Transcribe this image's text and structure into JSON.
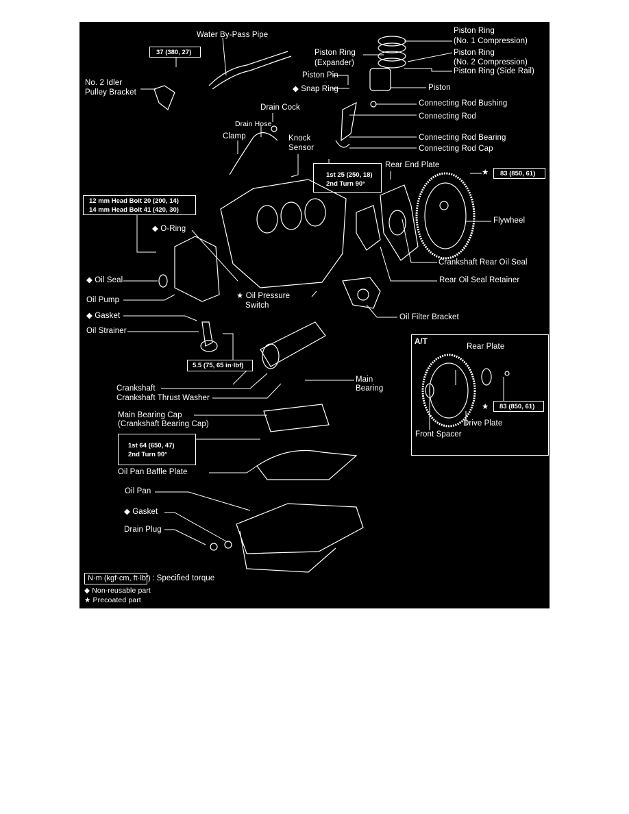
{
  "title": "Cylinder Block Components",
  "labels": {
    "water_bypass_pipe": "Water By-Pass Pipe",
    "idler_bracket_1": "No. 2 Idler",
    "idler_bracket_2": "Pulley Bracket",
    "piston_ring_1a": "Piston Ring",
    "piston_ring_1b": "(No. 1 Compression)",
    "piston_ring_exp_a": "Piston Ring",
    "piston_ring_exp_b": "(Expander)",
    "piston_ring_2a": "Piston Ring",
    "piston_ring_2b": "(No. 2 Compression)",
    "piston_ring_side": "Piston Ring (Side Rail)",
    "piston_pin": "Piston Pin",
    "snap_ring": "◆ Snap Ring",
    "piston": "Piston",
    "drain_cock": "Drain Cock",
    "drain_hose": "Drain Hose",
    "clamp": "Clamp",
    "knock_sensor_a": "Knock",
    "knock_sensor_b": "Sensor",
    "con_rod_bushing": "Connecting Rod Bushing",
    "con_rod": "Connecting Rod",
    "con_rod_bearing": "Connecting Rod Bearing",
    "con_rod_cap": "Connecting Rod Cap",
    "rear_end_plate": "Rear End Plate",
    "o_ring": "◆ O-Ring",
    "flywheel": "Flywheel",
    "crank_rear_oil_seal": "Crankshaft Rear Oil Seal",
    "oil_seal": "◆ Oil Seal",
    "rear_oil_seal_retainer": "Rear Oil Seal Retainer",
    "oil_pressure_switch_a": "★ Oil Pressure",
    "oil_pressure_switch_b": "Switch",
    "oil_pump": "Oil Pump",
    "gasket_1": "◆ Gasket",
    "oil_filter_bracket": "Oil Filter Bracket",
    "oil_strainer": "Oil Strainer",
    "main_bearing_a": "Main",
    "main_bearing_b": "Bearing",
    "crankshaft": "Crankshaft",
    "thrust_washer": "Crankshaft Thrust Washer",
    "main_bearing_cap_a": "Main Bearing Cap",
    "main_bearing_cap_b": "(Crankshaft Bearing Cap)",
    "baffle_plate": "Oil Pan Baffle Plate",
    "oil_pan": "Oil Pan",
    "gasket_2": "◆ Gasket",
    "drain_plug": "Drain Plug"
  },
  "torque": {
    "idler_bolt": "37 (380, 27)",
    "con_rod_a": "1st 25 (250, 18)",
    "con_rod_b": "2nd Turn 90°",
    "flywheel": "83 (850, 61)",
    "head_bolt_12": "12 mm Head Bolt 20 (200, 14)",
    "head_bolt_14": "14 mm Head Bolt 41 (420, 30)",
    "strainer": "5.5 (75, 65 in·lbf)",
    "main_cap_a": "1st 64 (650, 47)",
    "main_cap_b": "2nd Turn 90°",
    "drive_plate": "83 (850, 61)"
  },
  "at_inset": {
    "title": "A/T",
    "rear_plate": "Rear Plate",
    "drive_plate": "Drive Plate",
    "front_spacer": "Front Spacer"
  },
  "legend": {
    "unit_box": "N·m (kgf·cm, ft·lbf)",
    "unit_desc": ": Specified torque",
    "non_reusable": "◆ Non-reusable part",
    "precoated": "★ Precoated part"
  },
  "symbols": {
    "star": "★"
  },
  "colors": {
    "background": "#000000",
    "ink": "#ffffff"
  }
}
